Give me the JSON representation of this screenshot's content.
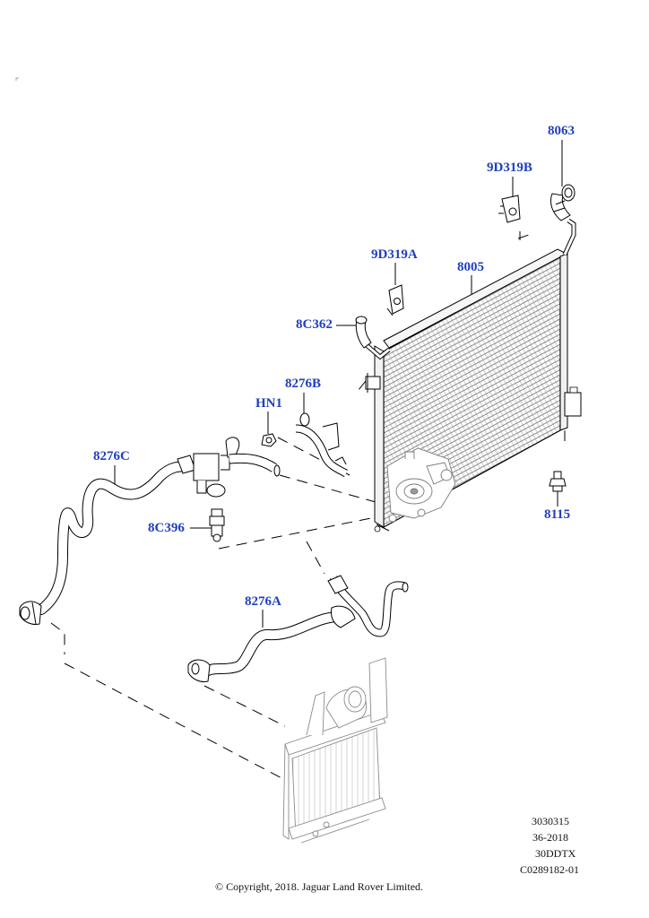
{
  "labels": {
    "p8063": "8063",
    "p9D319B": "9D319B",
    "p9D319A": "9D319A",
    "p8005": "8005",
    "p8C362": "8C362",
    "p8276B": "8276B",
    "pHN1": "HN1",
    "p8276C": "8276C",
    "p8C396": "8C396",
    "p8115": "8115",
    "p8276A": "8276A"
  },
  "reference": {
    "line1": "3030315",
    "line2": "36-2018",
    "line3": "30DDTX",
    "line4": "C0289182-01"
  },
  "copyright": "© Copyright, 2018. Jaguar Land Rover Limited.",
  "colors": {
    "label": "#1f3fbf",
    "line": "#000000",
    "ghost": "#9a9a9a"
  }
}
